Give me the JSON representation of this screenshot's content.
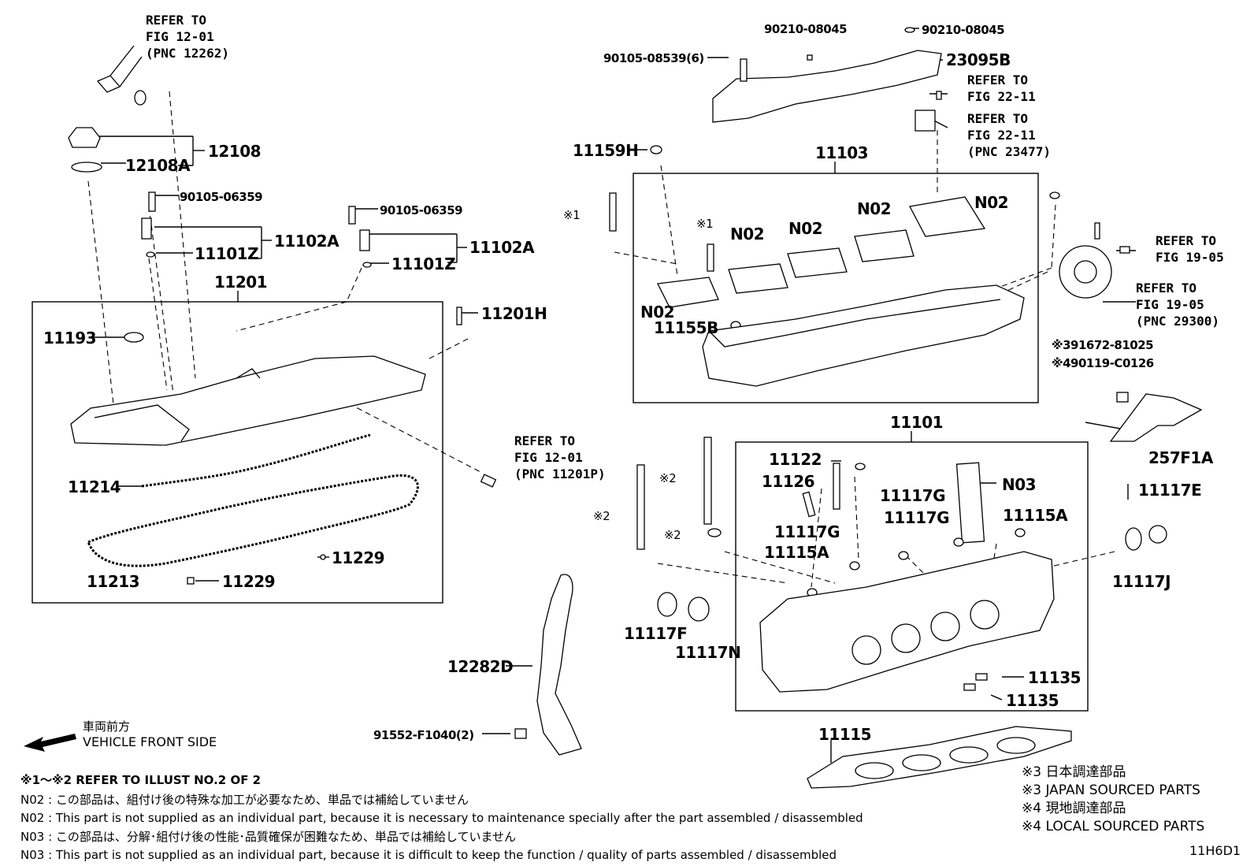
{
  "diagram_id": "11H6D1",
  "labels": {
    "p12108": "12108",
    "p12108A": "12108A",
    "p90105_06359_a": "90105-06359",
    "p90105_06359_b": "90105-06359",
    "p11102A_a": "11102A",
    "p11102A_b": "11102A",
    "p11101Z_a": "11101Z",
    "p11101Z_b": "11101Z",
    "p11201": "11201",
    "p11201H": "11201H",
    "p11193": "11193",
    "p11214": "11214",
    "p11213": "11213",
    "p11229_a": "11229",
    "p11229_b": "11229",
    "p12282D": "12282D",
    "p91552": "91552-F1040(2)",
    "p90210_a": "90210-08045",
    "p90210_b": "90210-08045",
    "p90105_08539": "90105-08539(6)",
    "p23095B": "23095B",
    "p11159H": "11159H",
    "p11103": "11103",
    "p11155B": "11155B",
    "pN02_a": "N02",
    "pN02_b": "N02",
    "pN02_c": "N02",
    "pN02_d": "N02",
    "pN02_e": "N02",
    "pK1_a": "※1",
    "pK1_b": "※1",
    "pK2_a": "※2",
    "pK2_b": "※2",
    "pK2_c": "※2",
    "p391672": "※391672-81025",
    "p490119": "※490119-C0126",
    "p257F1A": "257F1A",
    "p11101": "11101",
    "p11122": "11122",
    "p11126": "11126",
    "p11117G_a": "11117G",
    "p11117G_b": "11117G",
    "p11117G_c": "11117G",
    "pN03": "N03",
    "p11115A_a": "11115A",
    "p11115A_b": "11115A",
    "p11117E": "11117E",
    "p11117J": "11117J",
    "p11117F": "11117F",
    "p11117N": "11117N",
    "p11135_a": "11135",
    "p11135_b": "11135",
    "p11115": "11115"
  },
  "refs": {
    "r1": "REFER TO\nFIG 12-01\n(PNC 12262)",
    "r2": "REFER TO\nFIG 22-11",
    "r3": "REFER TO\nFIG 22-11\n(PNC 23477)",
    "r4": "REFER TO\nFIG 19-05",
    "r5": "REFER TO\nFIG 19-05\n(PNC 29300)",
    "r6": "REFER TO\nFIG 12-01\n(PNC 11201P)"
  },
  "direction": {
    "jp": "車両前方",
    "en": "VEHICLE FRONT SIDE"
  },
  "notes": {
    "n1": "※1～※2 REFER TO ILLUST NO.2 OF 2",
    "n2": "N02 : この部品は、組付け後の特殊な加工が必要なため、単品では補給していません",
    "n3": "N02 : This part is not supplied as an individual part, because it is necessary to maintenance specially after the part assembled / disassembled",
    "n4": "N03 : この部品は、分解･組付け後の性能･品質確保が困難なため、単品では補給していません",
    "n5": "N03 : This part is not supplied as an individual part, because it is difficult to keep the function / quality of parts  assembled / disassembled"
  },
  "sourced": {
    "s1": "※3 日本調達部品",
    "s2": "※3 JAPAN SOURCED PARTS",
    "s3": "※4 現地調達部品",
    "s4": "※4 LOCAL SOURCED PARTS"
  }
}
